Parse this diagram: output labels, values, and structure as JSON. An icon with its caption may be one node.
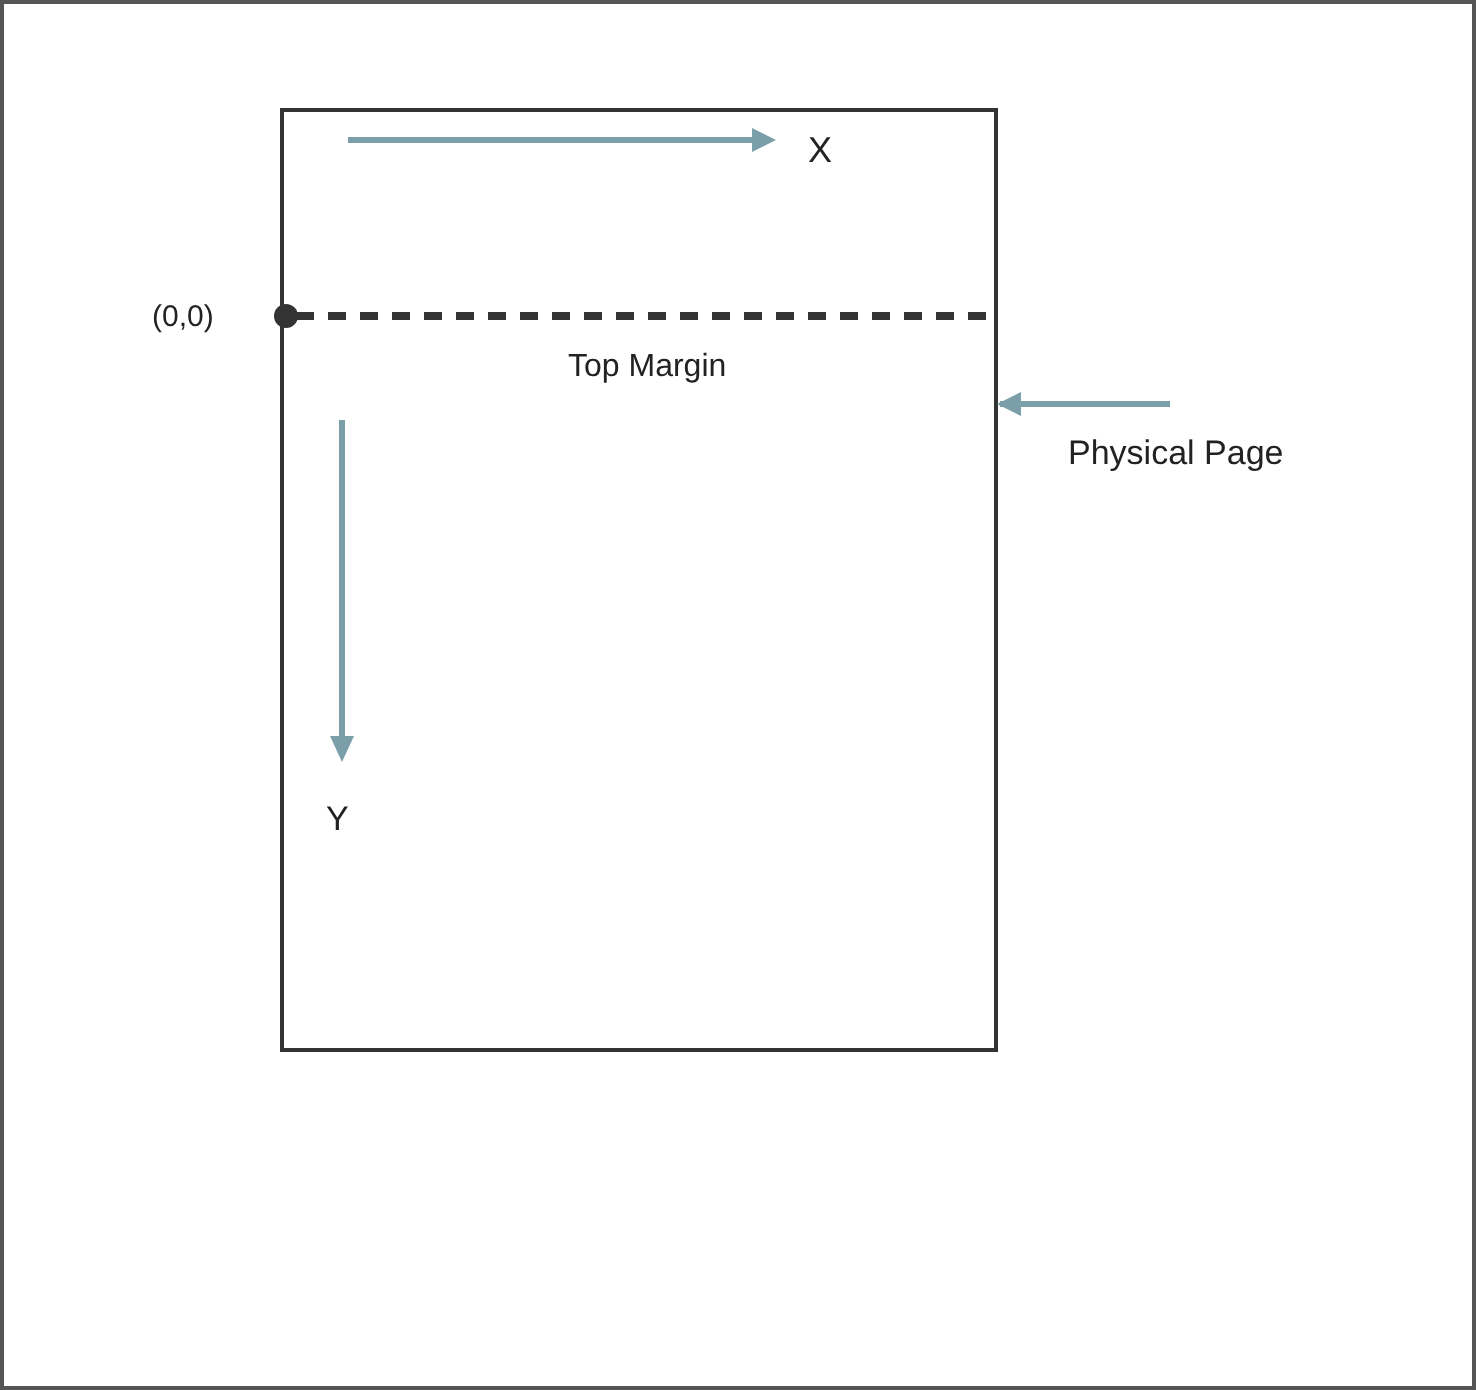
{
  "diagram": {
    "nodes": [
      {
        "text": [
          "Physical Page"
        ]
      },
      {
        "text": [],
        "shape": "box"
      }
    ],
    "edges": [
      {
        "from": 0,
        "to": 1,
        "arrow": "to"
      }
    ],
    "labels": [
      "X",
      "(0,0)",
      "Top Margin",
      "Y"
    ]
  }
}
